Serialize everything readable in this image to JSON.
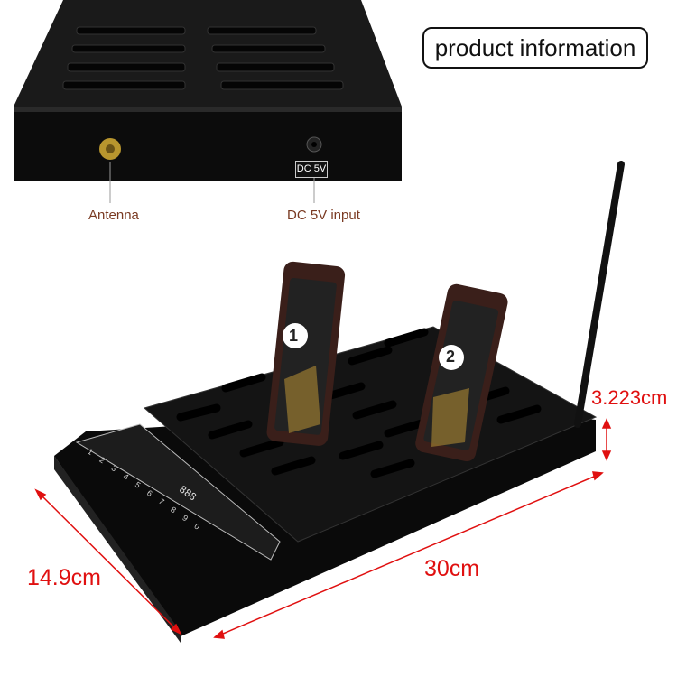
{
  "header": {
    "title": "product information"
  },
  "top_view": {
    "port_label": "DC 5V",
    "callouts": [
      "Antenna",
      "DC 5V input"
    ]
  },
  "dimensions": {
    "height": "3.223cm",
    "width": "14.9cm",
    "length": "30cm"
  },
  "keypad": {
    "keys": [
      "1",
      "2",
      "3",
      "4",
      "5",
      "6",
      "7",
      "8",
      "9",
      "0"
    ],
    "display": "888"
  },
  "pagers": [
    "1",
    "2"
  ],
  "colors": {
    "dimension": "#e01010",
    "device": "#0d0d0d",
    "callout": "#7a3a22"
  }
}
